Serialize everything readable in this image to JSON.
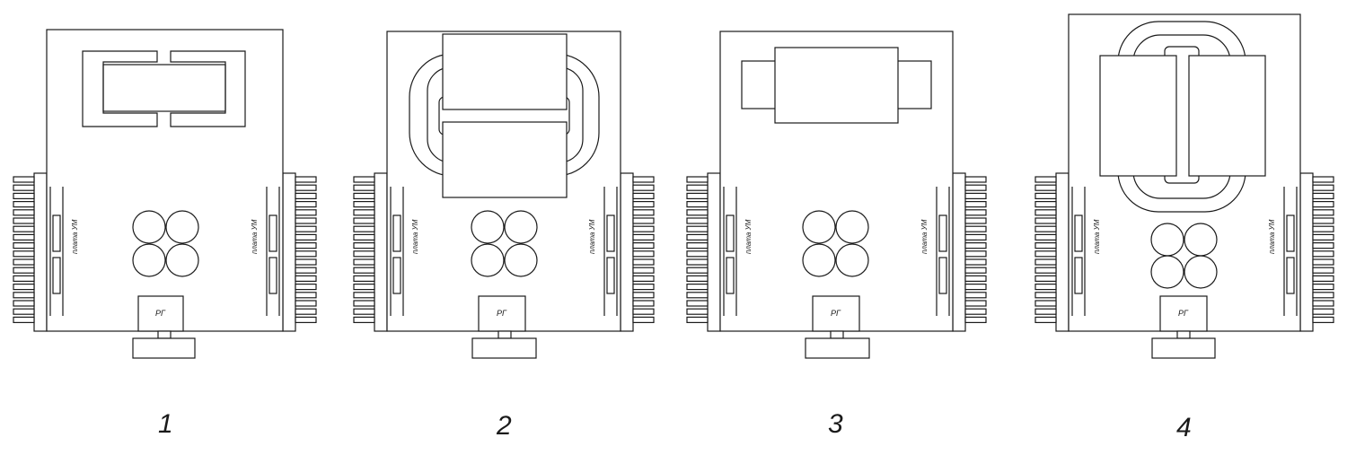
{
  "board_label": "плата УМ",
  "rg_label": "РГ",
  "variants": [
    {
      "number": "1",
      "transformer": "shell-core"
    },
    {
      "number": "2",
      "transformer": "toroidal-double-coil"
    },
    {
      "number": "3",
      "transformer": "bar-core"
    },
    {
      "number": "4",
      "transformer": "toroidal-split-coil"
    }
  ]
}
